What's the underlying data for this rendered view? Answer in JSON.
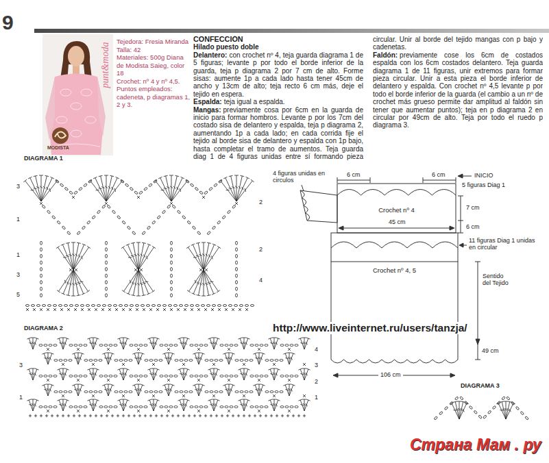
{
  "diagram": {
    "title": "CONFECCIÓN",
    "nodes": [
      {
        "text": [
          "Crochet nº 4"
        ]
      },
      {
        "text": [
          "Crochet nº 4, 5"
        ]
      }
    ],
    "labels": [
      "9",
      "Tejedora: Fresia Miranda",
      "Talla: 42",
      "Materiales: 500g Diana de Modista Saieg, color 18",
      "Crochet: nº 4 y nº 4,5.",
      "Puntos empleados: cadeneta, p diagramas 1, 2 y 3.",
      "punt&moda",
      "MODISTA",
      "Hilado puesto doble",
      "Delantero:",
      "con crochet nº 4, teja guarda diagrama 1 de 5 figuras; levante p por todo el borde inferior de la guarda, teja p diagrama 2 por 7 cm de alto. Forme sisas: aumente 1p a cada lado hasta tener 45cm de ancho y 13cm de alto; teja recto 6 cm más, deje el tejido en espera.",
      "Espalda:",
      "teja igual a espalda.",
      "Mangas:",
      "previamente cosa por 6cm en la guarda de inicio para formar hombros. Levante p por los 7cm del costado sisa de delantero y espalda, teja p diagrama 2, aumentando 1p a cada lado; en cada corrida fije el tejido al borde sisa de delantero y espalda con 1p bajo, hasta completar el tramo de aumentos. Teja guarda diag 1 de 4 figuras unidas entre sí formando pieza circular. Unir al borde del tejido mangas con p bajo y cadenetas.",
      "Faldón:",
      "previamente cose los 6cm de costados espalda con los 6cm costados delantero. Teja guarda diagrama 1 de 11 figuras, unir extremos para formar pieza circular. Unir a esta pieza el borde inferior de delantero y espalda. Con crochet nº 4,5 levante p por todo el borde inferior de la guarda (el cambio a un nº de crochet más grueso permite dar amplitud al faldón sin tener que aumentar puntos); teja en p diagrama 2 en circular por 49cm de alto. Teja por todo el ruedo p diagrama 3.",
      "DIAGRAMA 1",
      "3",
      "1",
      "1",
      "3",
      "5",
      "2",
      "2",
      "4",
      "DIAGRAMA 2",
      "4",
      "3",
      "2",
      "1",
      "3",
      "1",
      "DIAGRAMA 3",
      "4 figuras unidas en circulos",
      "6 cm",
      "6 cm",
      "INICIO",
      "5 figuras Diag 1",
      "7 cm",
      "45 cm",
      "6 cm",
      "11 figuras Diag 1 unidas en circular",
      "Sentido del Tejido",
      "49 cm",
      "106 cm",
      "http://www.liveinternet.ru/users/tanzja/",
      "Страна Мам . ру"
    ]
  }
}
